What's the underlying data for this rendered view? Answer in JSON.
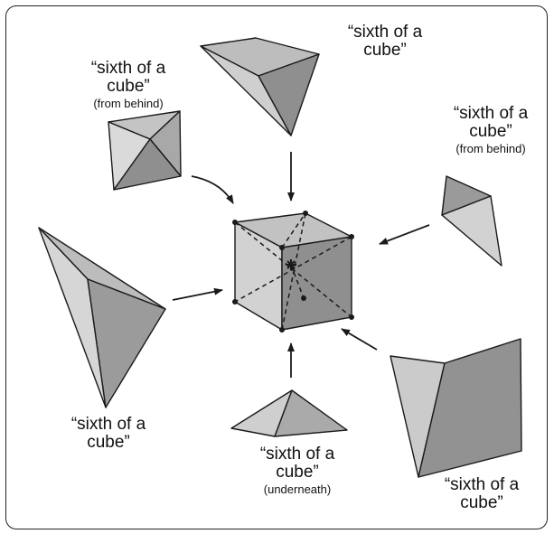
{
  "labels": {
    "top": {
      "line1": "“sixth of a",
      "line2": "cube”",
      "note": ""
    },
    "top_left": {
      "line1": "“sixth of a",
      "line2": "cube”",
      "note": "(from behind)"
    },
    "right_top": {
      "line1": "“sixth of a",
      "line2": "cube”",
      "note": "(from behind)"
    },
    "left": {
      "line1": "“sixth of a",
      "line2": "cube”",
      "note": ""
    },
    "bottom": {
      "line1": "“sixth of a",
      "line2": "cube”",
      "note": "(underneath)"
    },
    "bottom_right": {
      "line1": "“sixth of a",
      "line2": "cube”",
      "note": ""
    }
  },
  "colors": {
    "light_face": "#d4d4d4",
    "mid_face": "#b4b4b4",
    "dark_face": "#8f8f8f",
    "stroke": "#1a1a1a"
  }
}
